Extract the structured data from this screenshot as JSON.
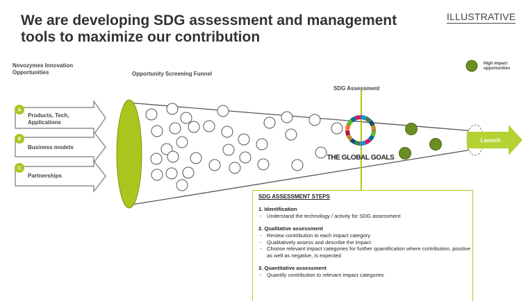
{
  "slide": {
    "title": "We are developing SDG assessment and management tools to maximize our contribution",
    "tag": "ILLUSTRATIVE"
  },
  "left_header": "Novozymes Innovation Opportunities",
  "funnel_header": "Opportunity Screening Funnel",
  "sdg_header": "SDG Assessment",
  "legend": {
    "label": "High impact opportunities"
  },
  "inputs": [
    {
      "letter": "A",
      "label": "Products, Tech, Applications"
    },
    {
      "letter": "B",
      "label": "Business models"
    },
    {
      "letter": "C",
      "label": "Partnerships"
    }
  ],
  "sdg_logo_text": "THE GLOBAL GOALS",
  "launch_label": "Launch",
  "steps": {
    "heading": "SDG ASSESSMENT STEPS",
    "sections": [
      {
        "title": "1.  Identification",
        "items": [
          "Understand the technology / activity for SDG assessment"
        ]
      },
      {
        "title": "2.  Qualitative assessment",
        "items": [
          "Review contribution to each impact category",
          "Qualitatively assess and describe the impact",
          "Choose relevant impact categories for further quantification where contribution, positive as well as negative, is expected"
        ]
      },
      {
        "title": "3.  Quantitative assessment",
        "items": [
          "Quantify contribution to relevant impact categories"
        ]
      }
    ]
  },
  "colors": {
    "accent": "#a8c61e",
    "dark_green": "#6b8e23",
    "ring": "#555555"
  }
}
